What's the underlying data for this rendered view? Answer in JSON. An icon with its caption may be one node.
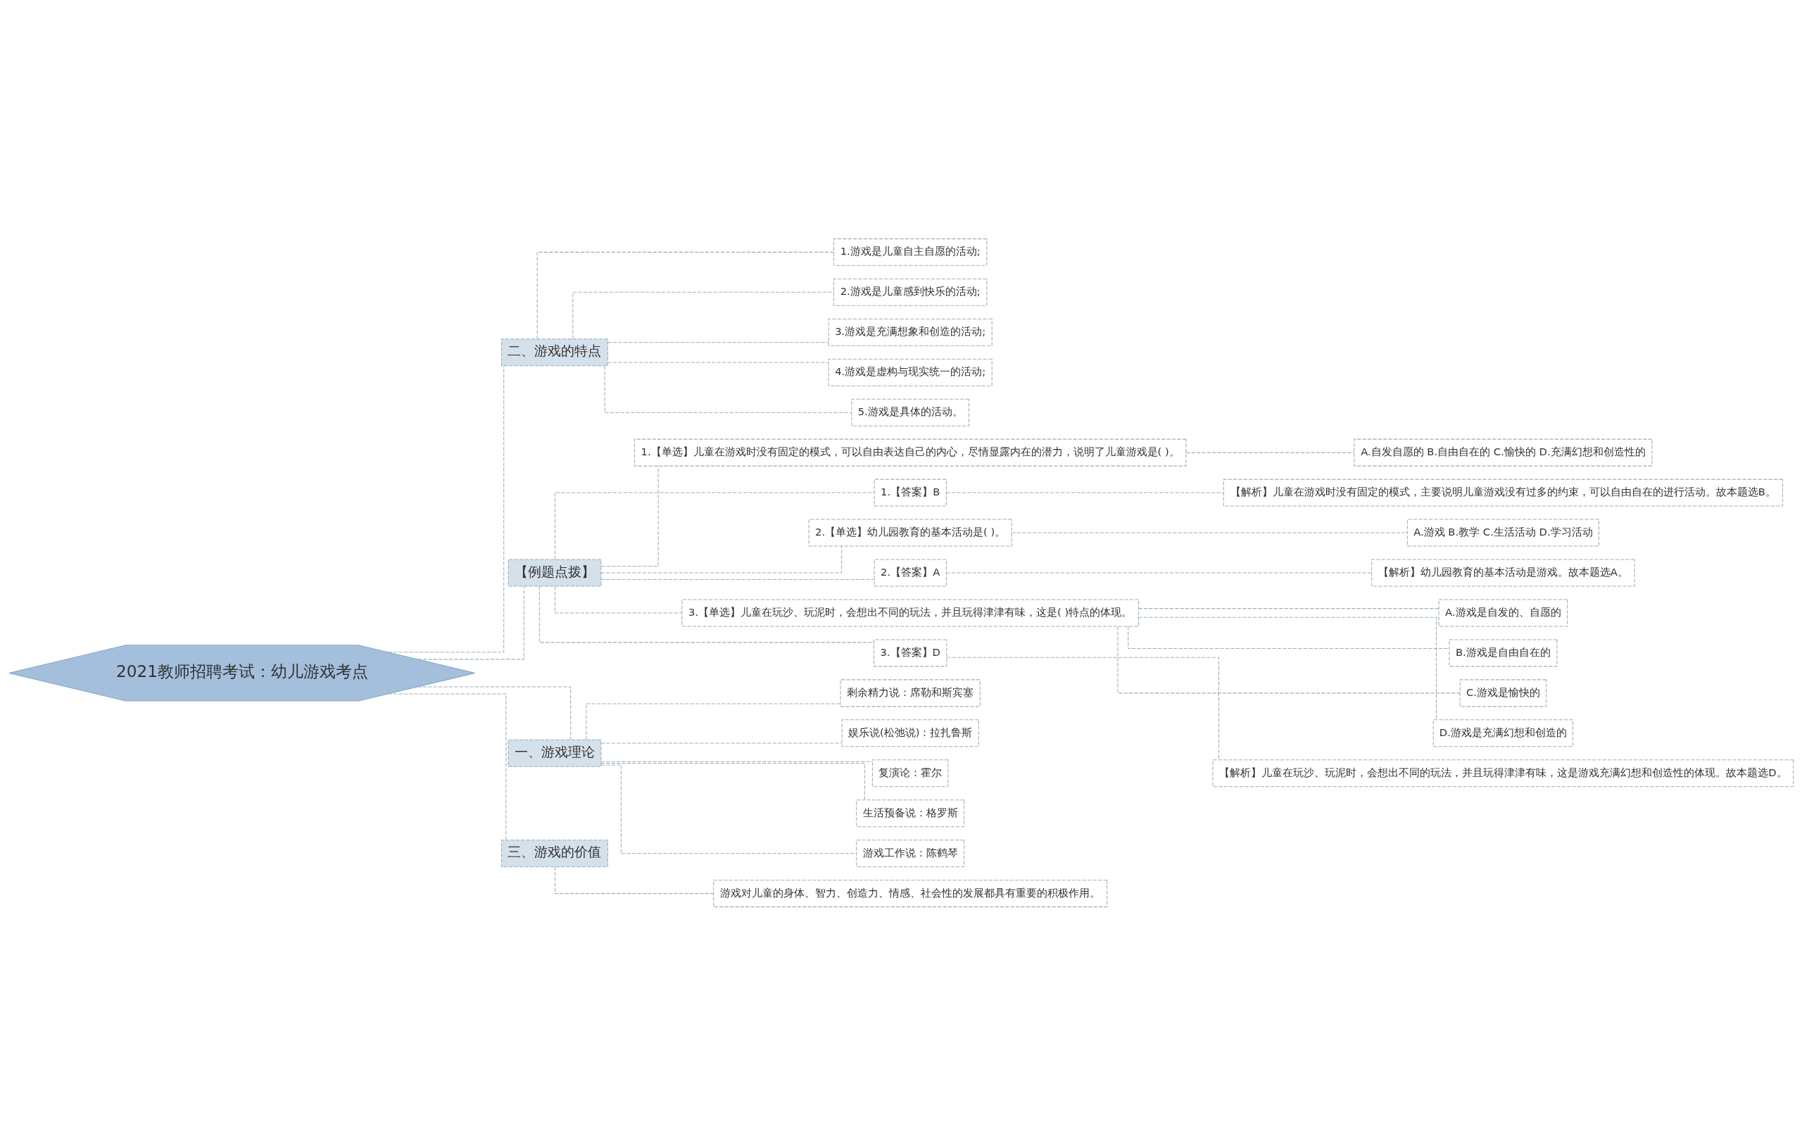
{
  "diagram": {
    "nodes": [
      {
        "text": [
          "2021教师招聘考试：幼儿游戏考点"
        ]
      },
      {
        "text": [
          "二、游戏的特点"
        ]
      },
      {
        "text": [
          "1.游戏是儿童自主自愿的活动;"
        ]
      },
      {
        "text": [
          "2.游戏是儿童感到快乐的活动;"
        ]
      },
      {
        "text": [
          "3.游戏是充满想象和创造的活动;"
        ]
      },
      {
        "text": [
          "4.游戏是虚构与现实统一的活动;"
        ]
      },
      {
        "text": [
          "5.游戏是具体的活动。"
        ]
      },
      {
        "text": [
          "【例题点拨】"
        ]
      },
      {
        "text": [
          "1.【单选】儿童在游戏时没有固定的模式，可以自由表达自己的内心，尽情显露内在的潜力，说明了儿童游戏是( )。"
        ]
      },
      {
        "text": [
          "A.自发自愿的 B.自由自在的 C.愉快的 D.充满幻想和创造性的"
        ]
      },
      {
        "text": [
          "1.【答案】B"
        ]
      },
      {
        "text": [
          "【解析】儿童在游戏时没有固定的模式，主要说明儿童游戏没有过多的约束，可以自由自在的进行活动。故本题选B。"
        ]
      },
      {
        "text": [
          "2.【单选】幼儿园教育的基本活动是( )。"
        ]
      },
      {
        "text": [
          "A.游戏 B.教学 C.生活活动 D.学习活动"
        ]
      },
      {
        "text": [
          "2.【答案】A"
        ]
      },
      {
        "text": [
          "【解析】幼儿园教育的基本活动是游戏。故本题选A。"
        ]
      },
      {
        "text": [
          "3.【单选】儿童在玩沙、玩泥时，会想出不同的玩法，并且玩得津津有味，这是( )特点的体现。"
        ]
      },
      {
        "text": [
          "A.游戏是自发的、自愿的"
        ]
      },
      {
        "text": [
          "B.游戏是自由自在的"
        ]
      },
      {
        "text": [
          "C.游戏是愉快的"
        ]
      },
      {
        "text": [
          "D.游戏是充满幻想和创造的"
        ]
      },
      {
        "text": [
          "3.【答案】D"
        ]
      },
      {
        "text": [
          "【解析】儿童在玩沙、玩泥时，会想出不同的玩法，并且玩得津津有味，这是游戏充满幻想和创造性的体现。故本题选D。"
        ]
      },
      {
        "text": [
          "一、游戏理论"
        ]
      },
      {
        "text": [
          "剩余精力说：席勒和斯宾塞"
        ]
      },
      {
        "text": [
          "娱乐说(松弛说)：拉扎鲁斯"
        ]
      },
      {
        "text": [
          "复演论：霍尔"
        ]
      },
      {
        "text": [
          "生活预备说：格罗斯"
        ]
      },
      {
        "text": [
          "游戏工作说：陈鹤琴"
        ]
      },
      {
        "text": [
          "三、游戏的价值"
        ]
      },
      {
        "text": [
          "游戏对儿童的身体、智力、创造力、情感、社会性的发展都具有重要的积极作用。"
        ]
      }
    ],
    "edges": [
      {
        "from": 0,
        "to": 1,
        "arrow": "none",
        "style": "dashed"
      },
      {
        "from": 1,
        "to": 2,
        "arrow": "none",
        "style": "dashed"
      },
      {
        "from": 1,
        "to": 3,
        "arrow": "none",
        "style": "dashed"
      },
      {
        "from": 1,
        "to": 4,
        "arrow": "none",
        "style": "dashed"
      },
      {
        "from": 1,
        "to": 5,
        "arrow": "none",
        "style": "dashed"
      },
      {
        "from": 1,
        "to": 6,
        "arrow": "none",
        "style": "dashed"
      },
      {
        "from": 0,
        "to": 7,
        "arrow": "none",
        "style": "dashed"
      },
      {
        "from": 7,
        "to": 8,
        "arrow": "none",
        "style": "dashed"
      },
      {
        "from": 8,
        "to": 9,
        "arrow": "none",
        "style": "dashed"
      },
      {
        "from": 7,
        "to": 10,
        "arrow": "none",
        "style": "dashed"
      },
      {
        "from": 10,
        "to": 11,
        "arrow": "none",
        "style": "dashed"
      },
      {
        "from": 7,
        "to": 12,
        "arrow": "none",
        "style": "dashed"
      },
      {
        "from": 12,
        "to": 13,
        "arrow": "none",
        "style": "dashed"
      },
      {
        "from": 7,
        "to": 14,
        "arrow": "none",
        "style": "dashed"
      },
      {
        "from": 14,
        "to": 15,
        "arrow": "none",
        "style": "dashed"
      },
      {
        "from": 7,
        "to": 16,
        "arrow": "none",
        "style": "dashed"
      },
      {
        "from": 16,
        "to": 17,
        "arrow": "none",
        "style": "dashed"
      },
      {
        "from": 16,
        "to": 18,
        "arrow": "none",
        "style": "dashed"
      },
      {
        "from": 16,
        "to": 19,
        "arrow": "none",
        "style": "dashed"
      },
      {
        "from": 16,
        "to": 20,
        "arrow": "none",
        "style": "dashed"
      },
      {
        "from": 7,
        "to": 21,
        "arrow": "none",
        "style": "dashed"
      },
      {
        "from": 21,
        "to": 22,
        "arrow": "none",
        "style": "dashed"
      },
      {
        "from": 0,
        "to": 23,
        "arrow": "none",
        "style": "dashed"
      },
      {
        "from": 23,
        "to": 24,
        "arrow": "none",
        "style": "dashed"
      },
      {
        "from": 23,
        "to": 25,
        "arrow": "none",
        "style": "dashed"
      },
      {
        "from": 23,
        "to": 26,
        "arrow": "none",
        "style": "dashed"
      },
      {
        "from": 23,
        "to": 27,
        "arrow": "none",
        "style": "dashed"
      },
      {
        "from": 23,
        "to": 28,
        "arrow": "none",
        "style": "dashed"
      },
      {
        "from": 0,
        "to": 29,
        "arrow": "none",
        "style": "dashed"
      },
      {
        "from": 29,
        "to": 30,
        "arrow": "none",
        "style": "dashed"
      }
    ]
  }
}
